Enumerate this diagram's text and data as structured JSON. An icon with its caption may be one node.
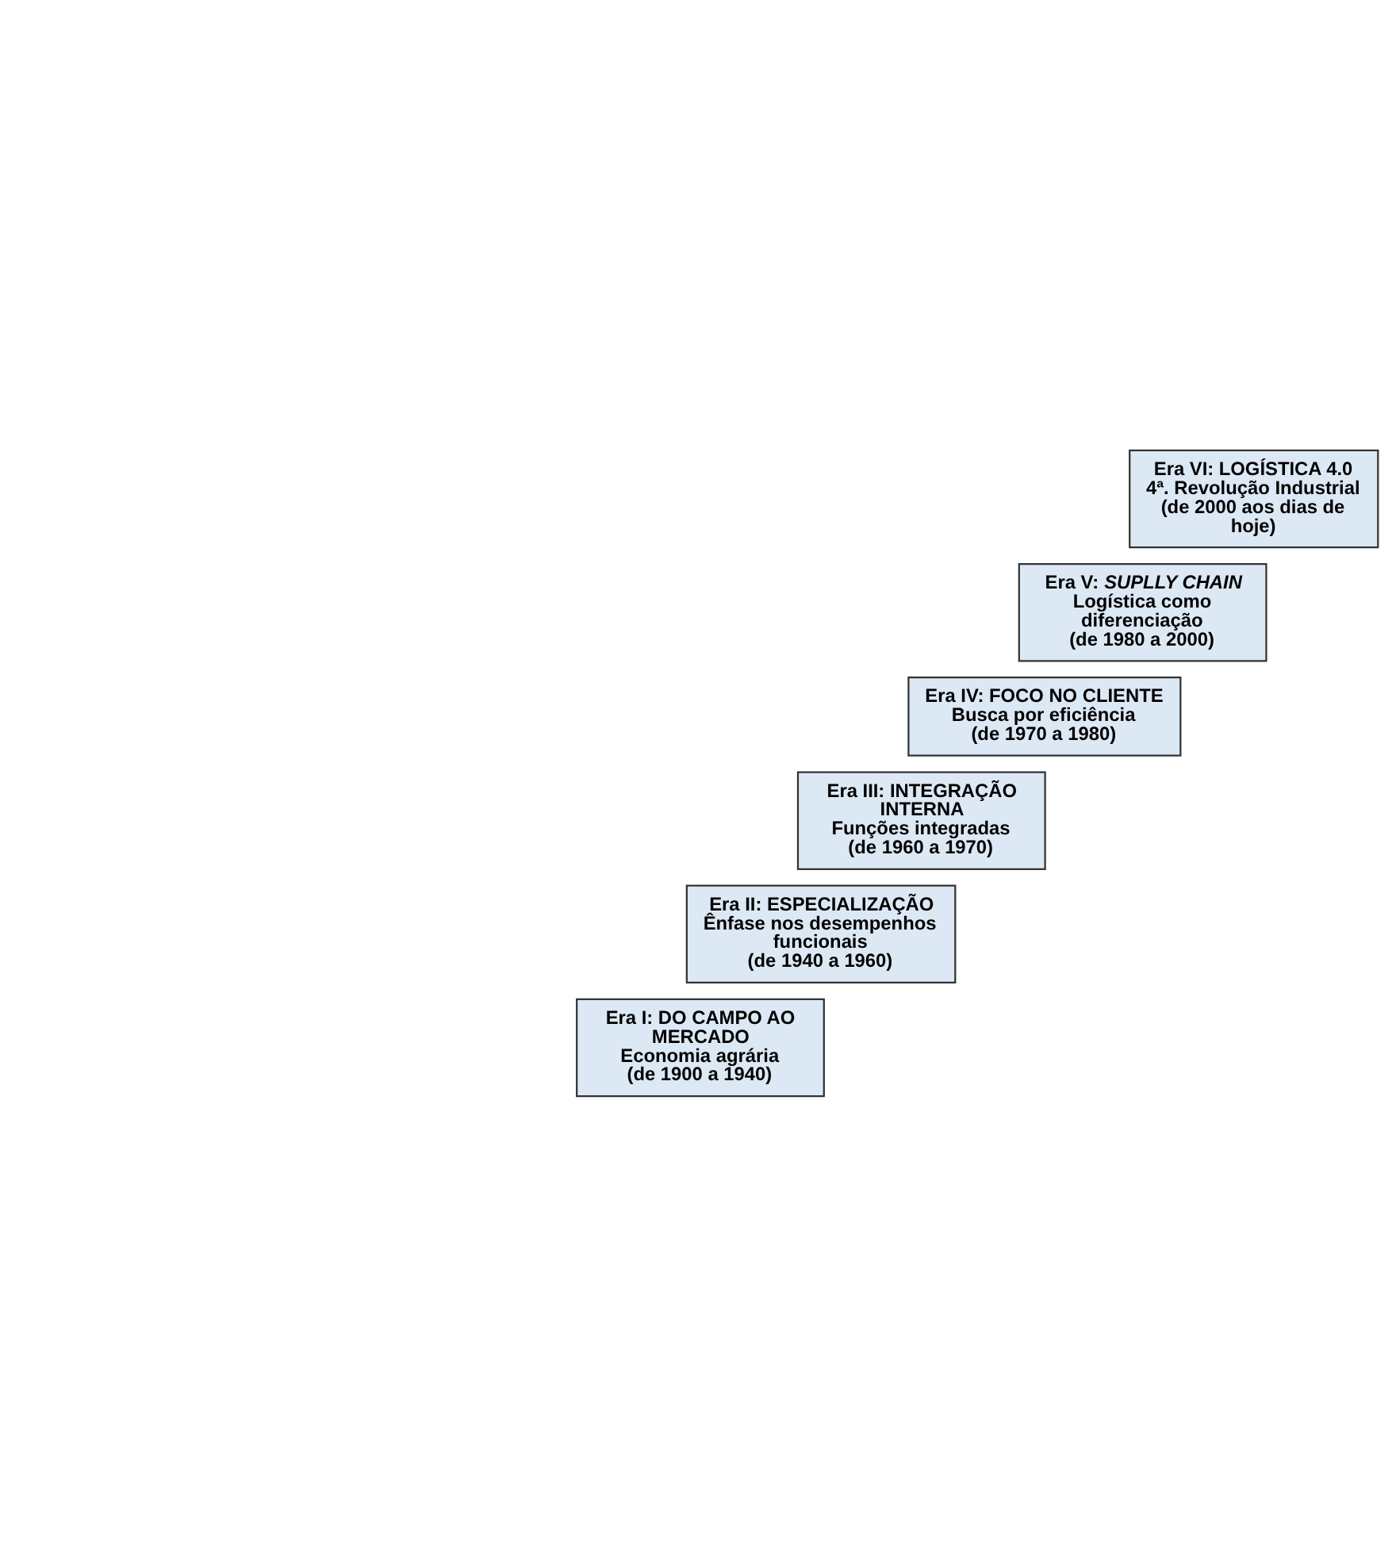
{
  "diagram": {
    "nodes": [
      {
        "text": [
          "Era VI: LOGÍSTICA 4.0",
          "4ª. Revolução Industrial",
          "(de 2000 aos dias de hoje)"
        ]
      },
      {
        "text": [
          "Era V: *SUPLLY CHAIN*",
          "Logística como diferenciação",
          "(de 1980 a 2000)"
        ]
      },
      {
        "text": [
          "Era IV: FOCO NO CLIENTE",
          "Busca por eficiência",
          "(de 1970 a 1980)"
        ]
      },
      {
        "text": [
          "Era III: INTEGRAÇÃO INTERNA",
          "Funções integradas",
          "(de 1960 a 1970)"
        ]
      },
      {
        "text": [
          "Era II: ESPECIALIZAÇÃO",
          "Ênfase nos desempenhos funcionais",
          "(de 1940 a 1960)"
        ]
      },
      {
        "text": [
          "Era I: DO CAMPO AO MERCADO",
          "Economia agrária",
          "(de 1900 a 1940)"
        ]
      }
    ],
    "edges": []
  }
}
